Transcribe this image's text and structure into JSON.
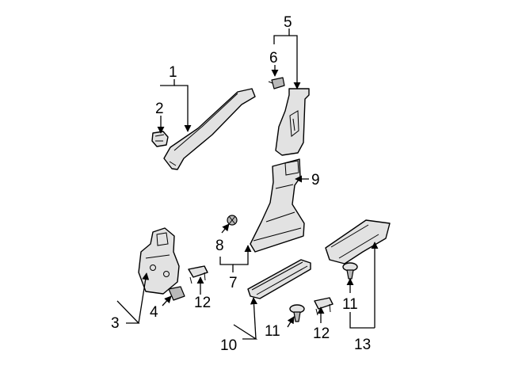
{
  "callouts": {
    "c1": "1",
    "c2": "2",
    "c3": "3",
    "c4": "4",
    "c5": "5",
    "c6": "6",
    "c7": "7",
    "c8": "8",
    "c9": "9",
    "c10": "10",
    "c11a": "11",
    "c11b": "11",
    "c12a": "12",
    "c12b": "12",
    "c13": "13"
  }
}
